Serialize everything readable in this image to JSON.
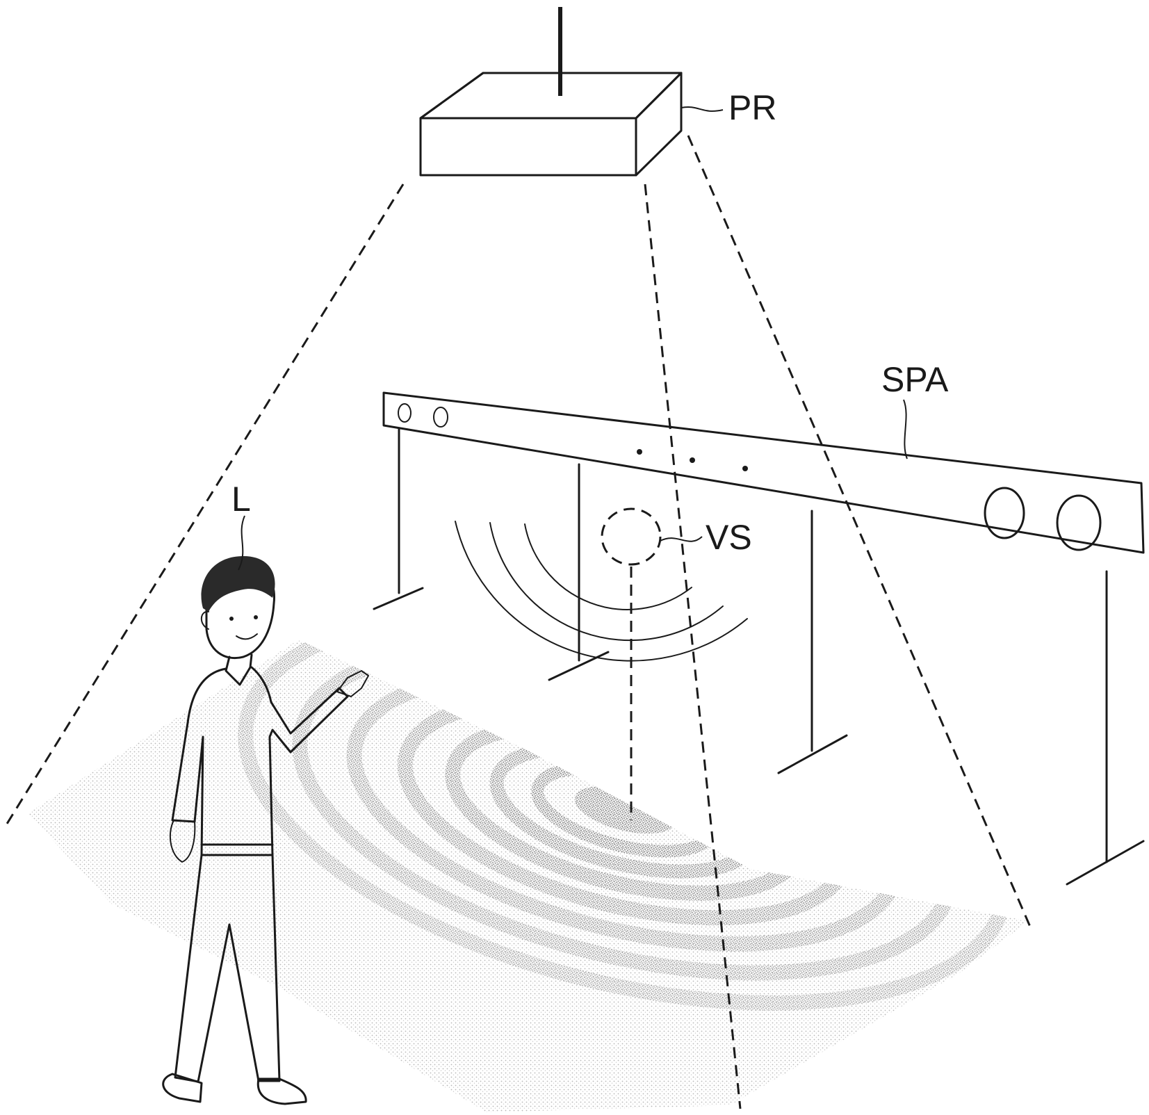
{
  "labels": {
    "projector": "PR",
    "speaker_array": "SPA",
    "virtual_source": "VS",
    "listener": "L"
  }
}
